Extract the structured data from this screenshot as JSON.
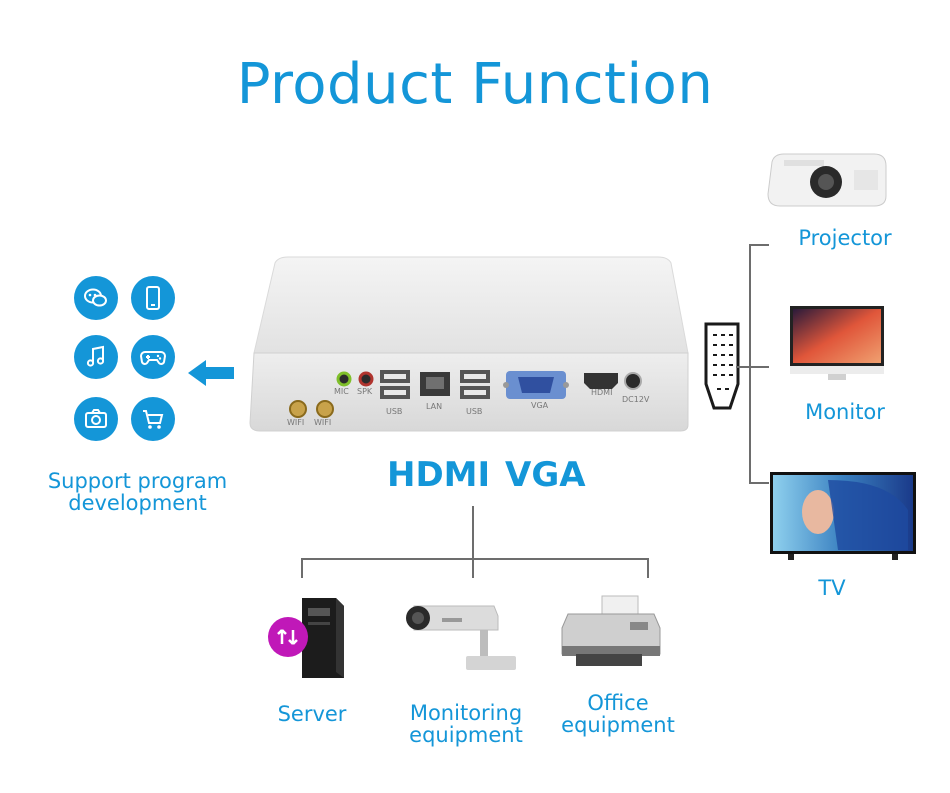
{
  "colors": {
    "accent": "#1496d8",
    "line": "#6d6d6d",
    "purple": "#c018b8"
  },
  "title": "Product Function",
  "left": {
    "label_line1": "Support program",
    "label_line2": "development",
    "icons": [
      "wechat-icon",
      "smartphone-icon",
      "music-icon",
      "gamepad-icon",
      "camera-icon",
      "shopping-cart-icon"
    ]
  },
  "ports": {
    "mic": "MIC",
    "spk": "SPK",
    "usb1": "USB",
    "lan": "LAN",
    "usb2": "USB",
    "vga": "VGA",
    "hdmi": "HDMI",
    "dc": "DC12V",
    "wifi1": "WIFI",
    "wifi2": "WIFI"
  },
  "center": {
    "hdmi": "HDMI",
    "vga": "VGA"
  },
  "right": [
    {
      "label": "Projector"
    },
    {
      "label": "Monitor"
    },
    {
      "label": "TV"
    }
  ],
  "bottom": {
    "server": "Server",
    "monitoring_line1": "Monitoring",
    "monitoring_line2": "equipment",
    "office_line1": "Office",
    "office_line2": "equipment"
  }
}
